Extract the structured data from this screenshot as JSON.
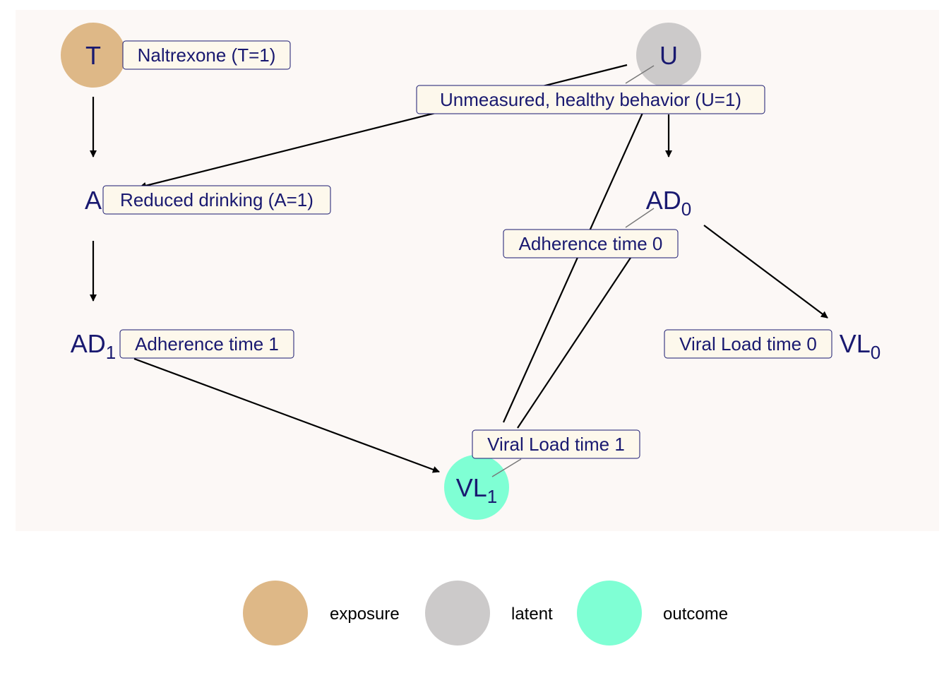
{
  "colors": {
    "panel_background": "#fcf8f6",
    "node_text": "#191970",
    "edge": "#000000",
    "label_fill": "#fdf8ec",
    "label_border": "#191970",
    "exposure": "#deb887",
    "latent": "#cccaca",
    "outcome": "#7fffd4"
  },
  "nodes": {
    "T": {
      "text": "T",
      "sub": "",
      "status": "exposure"
    },
    "U": {
      "text": "U",
      "sub": "",
      "status": "latent"
    },
    "A": {
      "text": "A",
      "sub": "",
      "status": ""
    },
    "AD0": {
      "text": "AD",
      "sub": "0",
      "status": ""
    },
    "AD1": {
      "text": "AD",
      "sub": "1",
      "status": ""
    },
    "VL0": {
      "text": "VL",
      "sub": "0",
      "status": ""
    },
    "VL1": {
      "text": "VL",
      "sub": "1",
      "status": "outcome"
    }
  },
  "edges": [
    {
      "from": "T",
      "to": "A"
    },
    {
      "from": "A",
      "to": "AD1"
    },
    {
      "from": "AD1",
      "to": "VL1"
    },
    {
      "from": "U",
      "to": "A"
    },
    {
      "from": "U",
      "to": "AD0"
    },
    {
      "from": "U",
      "to": "VL1"
    },
    {
      "from": "AD0",
      "to": "VL0"
    },
    {
      "from": "AD0",
      "to": "VL1"
    }
  ],
  "labels": {
    "T": "Naltrexone (T=1)",
    "U": "Unmeasured, healthy behavior (U=1)",
    "A": "Reduced drinking (A=1)",
    "AD0": "Adherence time 0",
    "AD1": "Adherence time 1",
    "VL0": "Viral Load time 0",
    "VL1": "Viral Load time 1"
  },
  "legend": [
    {
      "label": "exposure",
      "status": "exposure"
    },
    {
      "label": "latent",
      "status": "latent"
    },
    {
      "label": "outcome",
      "status": "outcome"
    }
  ]
}
